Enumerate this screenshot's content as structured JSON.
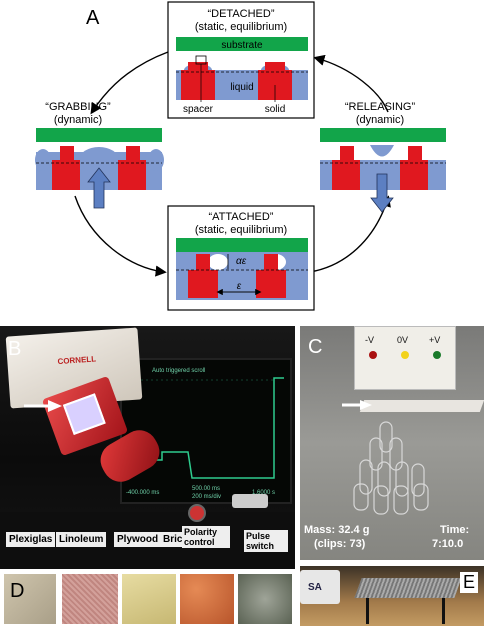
{
  "panel_labels": {
    "a": "A",
    "b": "B",
    "c": "C",
    "d": "D",
    "e": "E"
  },
  "diagram": {
    "detached": {
      "title": "“DETACHED”",
      "subtitle": "(static, equilibrium)",
      "substrate": "substrate",
      "liquid": "liquid",
      "spacer": "spacer",
      "solid": "solid"
    },
    "grabbing": {
      "title": "“GRABBING”",
      "subtitle": "(dynamic)"
    },
    "releasing": {
      "title": "“RELEASING”",
      "subtitle": "(dynamic)"
    },
    "attached": {
      "title": "“ATTACHED”",
      "subtitle": "(static, equilibrium)",
      "gap_label": "αε",
      "pitch_label": "ε"
    }
  },
  "photo_b": {
    "device_brand": "CORNELL",
    "scope_header": "Auto triggered scroll",
    "scope_left": "-400.000 ms",
    "scope_mid": "500.00 ms",
    "scope_mid2": "200 ms/div",
    "scope_right": "1.6000 s",
    "bottom_labels": [
      "Plexiglas",
      "Linoleum",
      "Plywood",
      "Brick"
    ],
    "polarity": "Polarity\ncontrol",
    "pulse": "Pulse\nswitch"
  },
  "photo_c": {
    "leds": [
      "-V",
      "0V",
      "+V"
    ],
    "mass_label": "Mass: 32.4 g",
    "clips_label": "(clips: 73)",
    "time_label": "Time:",
    "time_value": "7:10.0"
  },
  "photo_e": {
    "card_text": "SA"
  },
  "colors": {
    "green": "#12a54a",
    "red": "#e0181f",
    "blue": "#7f9ad0",
    "dark_blue": "#5c7fc2"
  }
}
